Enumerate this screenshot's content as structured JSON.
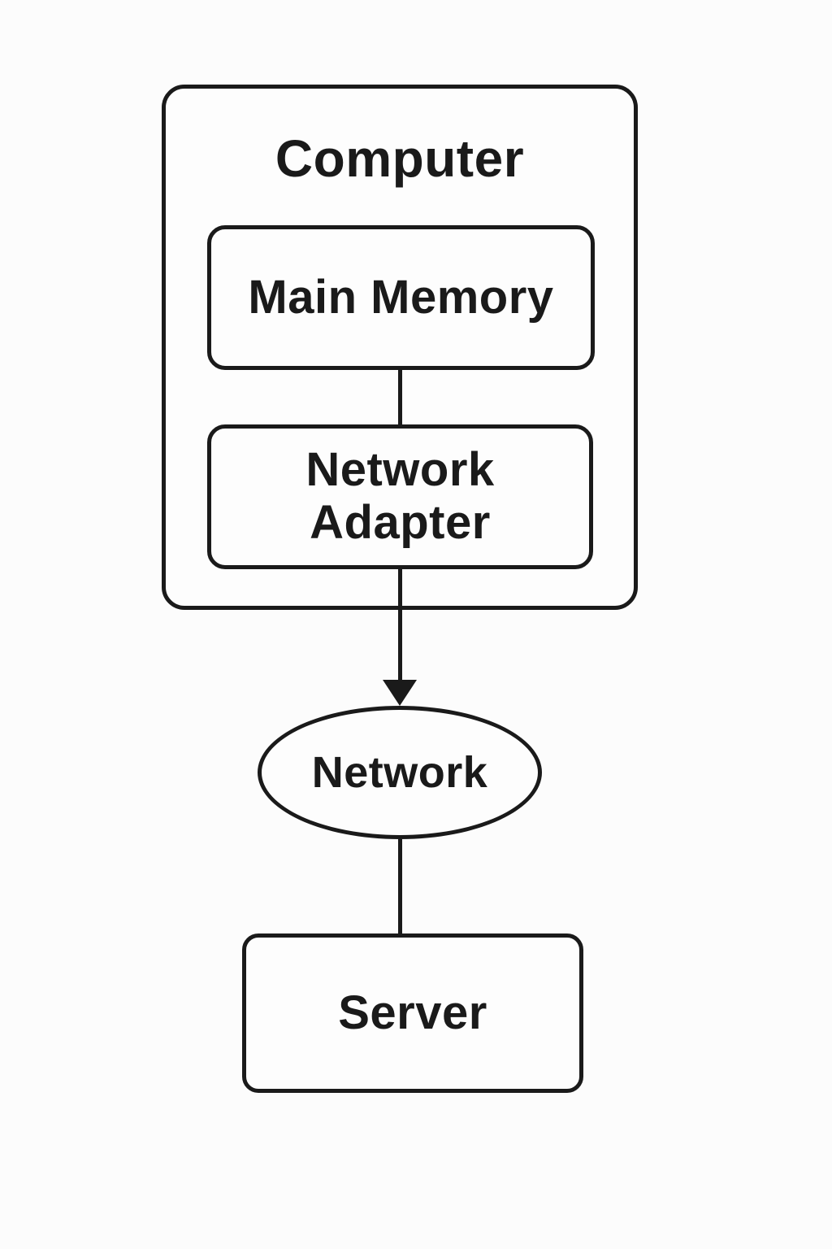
{
  "diagram": {
    "type": "flow-diagram",
    "colors": {
      "stroke": "#1a1a1a",
      "fill": "#fdfdfd",
      "background": "#fcfcfc",
      "text": "#1a1a1a"
    },
    "nodes": {
      "computer": {
        "label": "Computer",
        "shape": "rounded-rect",
        "role": "container"
      },
      "main_memory": {
        "label": "Main Memory",
        "shape": "rounded-rect",
        "parent": "computer"
      },
      "network_adapter": {
        "label": "Network Adapter",
        "shape": "rounded-rect",
        "parent": "computer"
      },
      "network": {
        "label": "Network",
        "shape": "ellipse"
      },
      "server": {
        "label": "Server",
        "shape": "rounded-rect"
      }
    },
    "edges": [
      {
        "from": "main_memory",
        "to": "network_adapter",
        "style": "plain-line"
      },
      {
        "from": "network_adapter",
        "to": "network",
        "style": "arrow"
      },
      {
        "from": "network",
        "to": "server",
        "style": "plain-line"
      }
    ]
  }
}
